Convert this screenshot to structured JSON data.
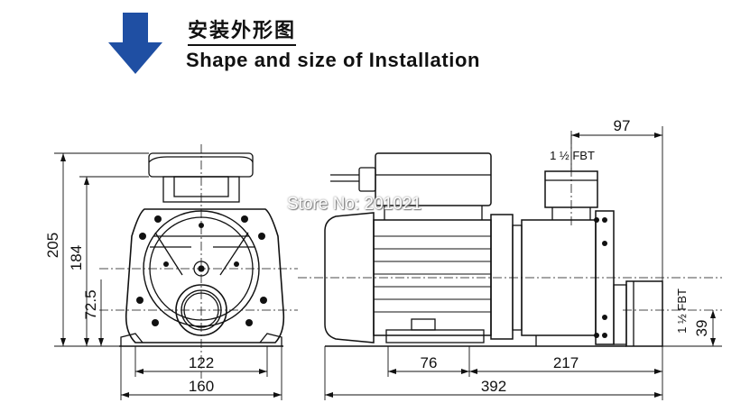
{
  "header": {
    "title_cn": "安装外形图",
    "title_en": "Shape and size of Installation",
    "arrow_color": "#1f4fa3",
    "arrow_icon": "down-arrow-icon"
  },
  "watermark": "Store No: 201021",
  "front_view": {
    "dim_height_total": "205",
    "dim_height_flange": "184",
    "dim_height_outlet": "72.5",
    "dim_width_inner": "122",
    "dim_width_base": "160"
  },
  "side_view": {
    "dim_overall_length": "392",
    "dim_motor_foot": "76",
    "dim_to_inlet": "217",
    "dim_outlet_offset": "97",
    "dim_inlet_height": "39",
    "outlet_thread": "1 ½ FBT",
    "inlet_thread": "1 ½ FBT"
  }
}
